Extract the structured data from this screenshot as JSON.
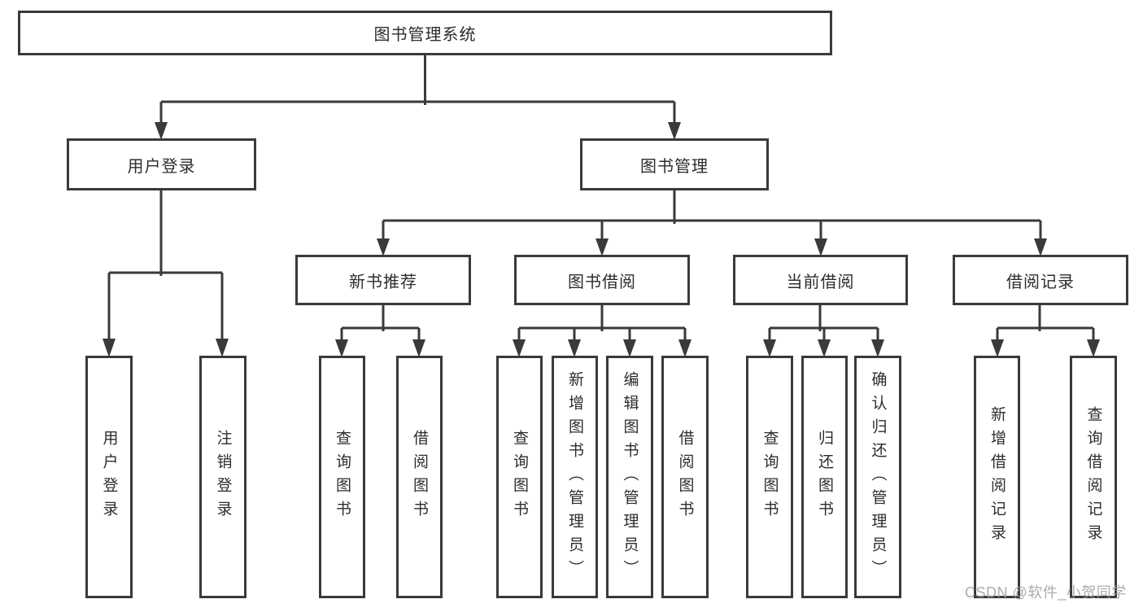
{
  "diagram": {
    "type": "functional-structure-tree",
    "colors": {
      "line": "#3a3a3a",
      "box_border": "#3a3a3a",
      "text": "#2d2d2d",
      "background": "#ffffff",
      "watermark": "#9e9e9e"
    },
    "tree": {
      "label": "图书管理系统",
      "children": [
        {
          "label": "用户登录",
          "children": [
            {
              "label": "用户登录"
            },
            {
              "label": "注销登录"
            }
          ]
        },
        {
          "label": "图书管理",
          "children": [
            {
              "label": "新书推荐",
              "children": [
                {
                  "label": "查询图书"
                },
                {
                  "label": "借阅图书"
                }
              ]
            },
            {
              "label": "图书借阅",
              "children": [
                {
                  "label": "查询图书"
                },
                {
                  "label": "新增图书（管理员）"
                },
                {
                  "label": "编辑图书（管理员）"
                },
                {
                  "label": "借阅图书"
                }
              ]
            },
            {
              "label": "当前借阅",
              "children": [
                {
                  "label": "查询图书"
                },
                {
                  "label": "归还图书"
                },
                {
                  "label": "确认归还（管理员）"
                }
              ]
            },
            {
              "label": "借阅记录",
              "children": [
                {
                  "label": "新增借阅记录"
                },
                {
                  "label": "查询借阅记录"
                }
              ]
            }
          ]
        }
      ]
    },
    "watermark": {
      "text": "CSDN @软件_小贺同学"
    }
  }
}
